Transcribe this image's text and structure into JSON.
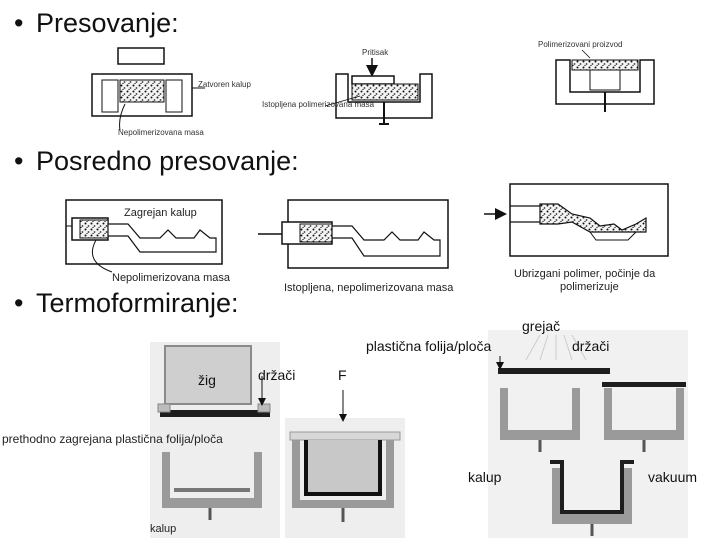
{
  "sections": [
    {
      "bullet": "•",
      "title": "Presovanje:"
    },
    {
      "bullet": "•",
      "title": "Posredno presovanje:"
    },
    {
      "bullet": "•",
      "title": "Termoformiranje:"
    }
  ],
  "presovanje": {
    "zatvoren_kalup": "Zatvoren kalup",
    "nepolimerizovana_masa": "Nepolimerizovana masa",
    "pritisak": "Pritisak",
    "istopljena_masa": "Istopljena polimerizovana masa",
    "polimerizovani_proizvod": "Polimerizovani proizvod"
  },
  "posredno": {
    "zagrejan_kalup": "Zagrejan kalup",
    "nepolimerizovana_masa": "Nepolimerizovana masa",
    "istopljena_masa": "Istopljena, nepolimerizovana masa",
    "ubrizgani_polimer_line1": "Ubrizgani polimer, počinje da",
    "ubrizgani_polimer_line2": "polimerizuje"
  },
  "termoformiranje": {
    "grejac": "grejač",
    "plasticna_folija": "plastična folija/ploča",
    "drzaci_right": "držači",
    "zig": "žig",
    "drzaci_left": "držači",
    "sila": "F",
    "prethodno_zagrejana": "prethodno zagrejana plastična folija/ploča",
    "kalup_left": "kalup",
    "kalup_right": "kalup",
    "vakuum": "vakuum"
  }
}
